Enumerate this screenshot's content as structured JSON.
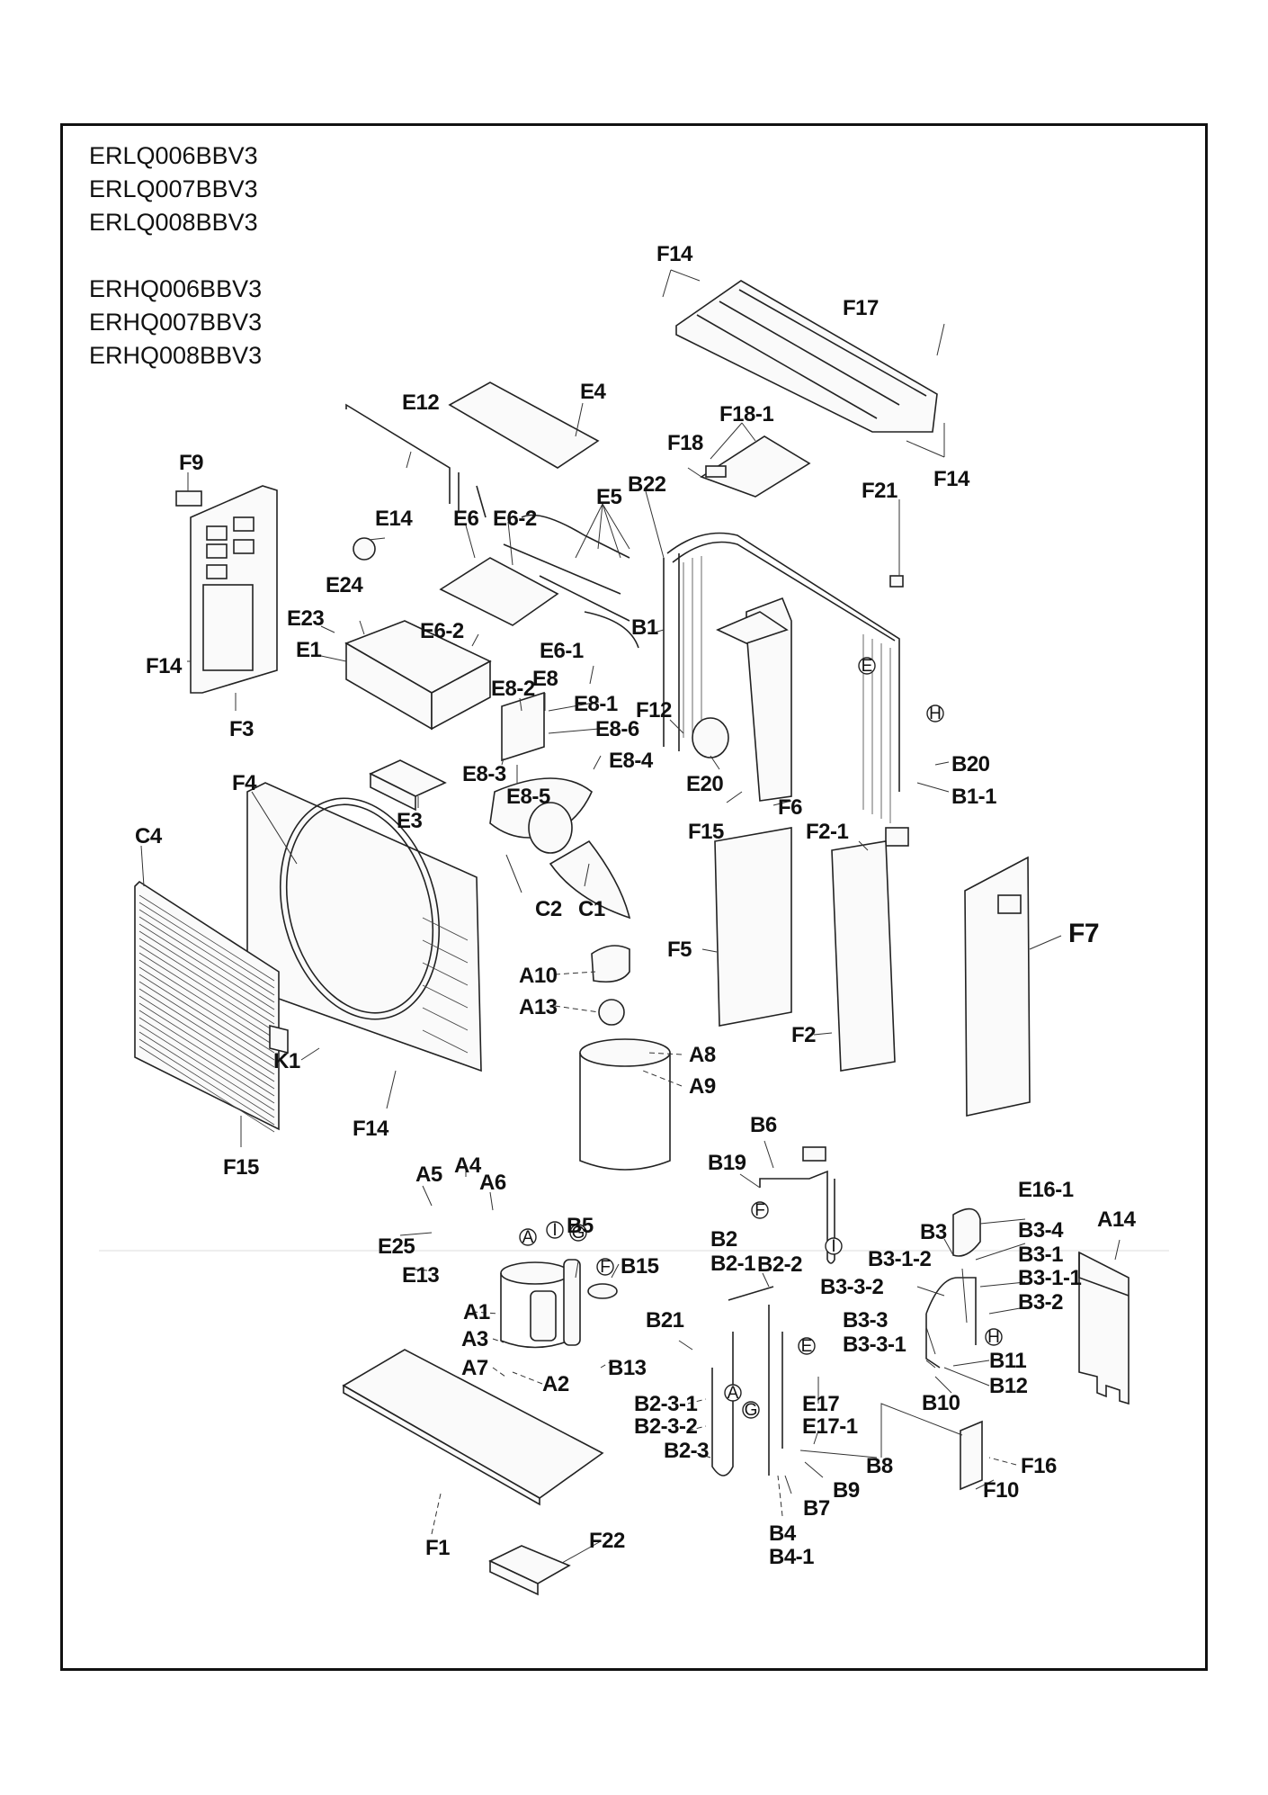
{
  "document": {
    "title_block": {
      "group_1": [
        "ERLQ006BBV3",
        "ERLQ007BBV3",
        "ERLQ008BBV3"
      ],
      "group_2": [
        "ERHQ006BBV3",
        "ERHQ007BBV3",
        "ERHQ008BBV3"
      ]
    },
    "diagram_type": "exploded parts view",
    "part_labels": {
      "F14_top": "F14",
      "F17": "F17",
      "F14_right": "F14",
      "F18_1": "F18-1",
      "F18": "F18",
      "F21": "F21",
      "B22": "B22",
      "E12": "E12",
      "E4": "E4",
      "F9": "F9",
      "E14": "E14",
      "E6": "E6",
      "E6_2a": "E6-2",
      "E5": "E5",
      "E24": "E24",
      "E23": "E23",
      "E6_2b": "E6-2",
      "B1": "B1",
      "E1": "E1",
      "E6_1": "E6-1",
      "F14_left": "F14",
      "E8_2": "E8-2",
      "E8": "E8",
      "E8_1": "E8-1",
      "F12": "F12",
      "E8_6": "E8-6",
      "F3": "F3",
      "E8_3": "E8-3",
      "E8_4": "E8-4",
      "B20": "B20",
      "E8_5": "E8-5",
      "E20": "E20",
      "F6": "F6",
      "E3": "E3",
      "B1_1": "B1-1",
      "F4": "F4",
      "F15_mid": "F15",
      "F2_1": "F2-1",
      "C4": "C4",
      "C2": "C2",
      "C1": "C1",
      "F7": "F7",
      "F5": "F5",
      "A10": "A10",
      "A13": "A13",
      "F2": "F2",
      "K1": "K1",
      "A8": "A8",
      "A9": "A9",
      "F14_bottom": "F14",
      "F15_bottom": "F15",
      "B6": "B6",
      "B19": "B19",
      "A4": "A4",
      "A5": "A5",
      "A6": "A6",
      "E16_1": "E16-1",
      "A14": "A14",
      "B3_4": "B3-4",
      "B3": "B3",
      "B3_1": "B3-1",
      "E25": "E25",
      "B5": "B5",
      "B2": "B2",
      "B3_1_2": "B3-1-2",
      "B3_1_1": "B3-1-1",
      "E13": "E13",
      "B15": "B15",
      "B2_1": "B2-1",
      "B2_2": "B2-2",
      "B3_3_2": "B3-3-2",
      "B3_2": "B3-2",
      "A1": "A1",
      "B21": "B21",
      "B3_3": "B3-3",
      "A3": "A3",
      "B3_3_1": "B3-3-1",
      "B11": "B11",
      "A7": "A7",
      "A2": "A2",
      "B13": "B13",
      "B12": "B12",
      "B2_3_1": "B2-3-1",
      "E17": "E17",
      "B10": "B10",
      "B2_3_2": "B2-3-2",
      "E17_1": "E17-1",
      "F16": "F16",
      "B2_3": "B2-3",
      "B8": "B8",
      "F10": "F10",
      "B9": "B9",
      "B7": "B7",
      "F1": "F1",
      "B4": "B4",
      "B4_1": "B4-1",
      "F22": "F22"
    },
    "connection_markers": {
      "E_top": "E",
      "H_top": "H",
      "F_b19": "F",
      "I_b19": "I",
      "A_comp": "A",
      "I_comp": "I",
      "G_comp": "G",
      "F_comp": "F",
      "E_mid": "E",
      "A_mid": "A",
      "G_mid": "G",
      "H_bot": "H"
    }
  }
}
